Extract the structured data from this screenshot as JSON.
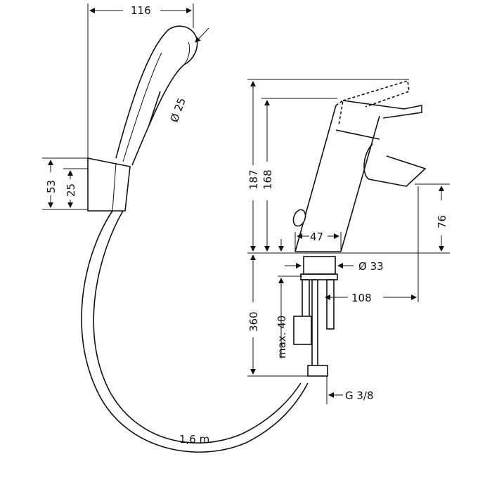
{
  "dimensions": {
    "handshower_width": "116",
    "handshower_diameter": "Ø 25",
    "holder_height": "53",
    "holder_inner": "25",
    "total_height": "187",
    "body_height": "168",
    "body_width": "47",
    "spout_height": "76",
    "shank_diameter": "Ø 33",
    "spout_reach": "108",
    "hose_connector_length": "360",
    "max_deck": "max. 40",
    "thread": "G 3/8",
    "hose_length": "1,6 m"
  }
}
